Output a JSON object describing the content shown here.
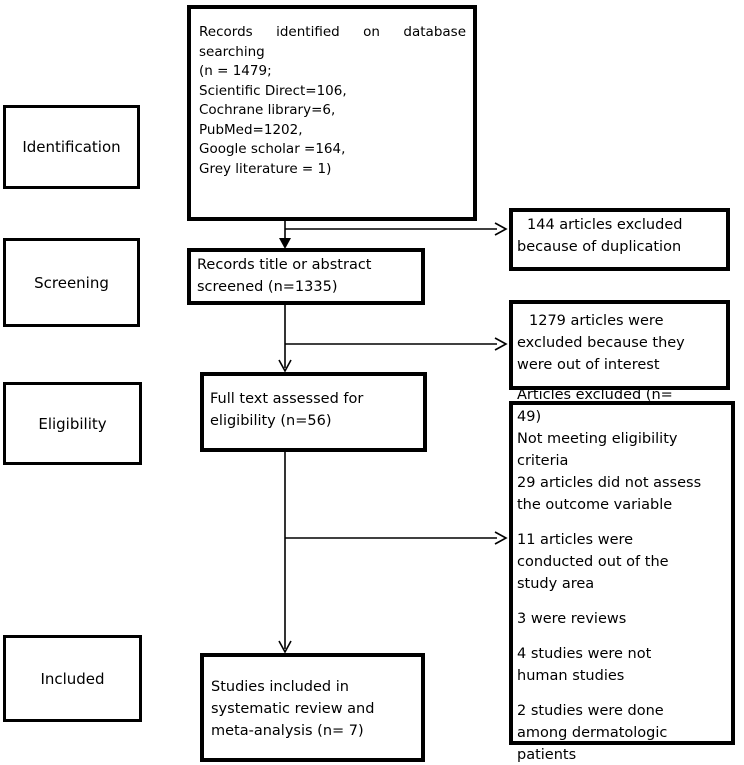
{
  "diagram_type": "PRISMA flow diagram",
  "colors": {
    "border": "#000000",
    "background": "#ffffff",
    "text": "#000000"
  },
  "stages": {
    "identification": "Identification",
    "screening": "Screening",
    "eligibility": "Eligibility",
    "included": "Included"
  },
  "flow": {
    "records_identified": {
      "first_line": "Records identified on database",
      "rest": "searching\n(n = 1479;\nScientific Direct=106,\nCochrane library=6,\nPubMed=1202,\nGoogle scholar =164,\nGrey literature = 1)"
    },
    "records_screened": "Records title or abstract\nscreened (n=1335)",
    "full_text_assessed": "Full text assessed for\neligibility (n=56)",
    "studies_included": "Studies included in\nsystematic review and\nmeta-analysis (n= 7)"
  },
  "exclusions": {
    "duplication": "144 articles excluded\nbecause of duplication",
    "out_of_interest": "1279 articles were\nexcluded because they\nwere out of interest",
    "full_text_excluded": {
      "paragraphs": [
        "Articles excluded (n=\n49)\nNot meeting eligibility\ncriteria\n29 articles did not assess\nthe outcome variable",
        "11 articles were\nconducted out of the\nstudy area",
        "3 were reviews",
        "4 studies were not\nhuman studies",
        "2 studies were done\namong dermatologic\npatients"
      ]
    }
  }
}
